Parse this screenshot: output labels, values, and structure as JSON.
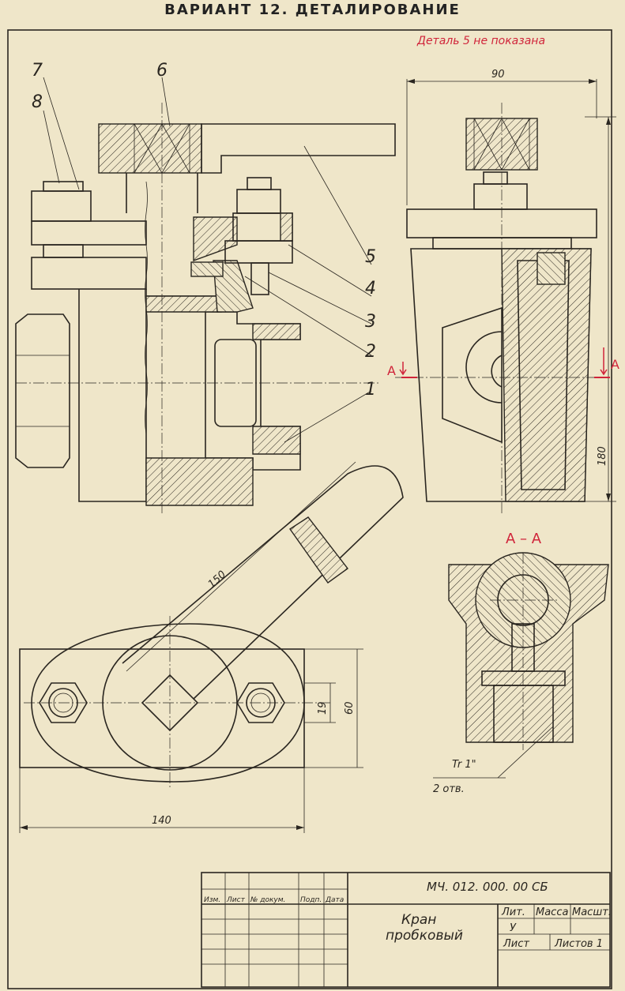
{
  "title": "ВАРИАНТ 12. ДЕТАЛИРОВАНИЕ",
  "note": "Деталь 5 не показана",
  "callouts": [
    "7",
    "8",
    "6",
    "5",
    "4",
    "3",
    "2",
    "1"
  ],
  "section_mark": "А",
  "section_title": "А – А",
  "dimensions": {
    "d90": "90",
    "d180": "180",
    "d150": "150",
    "d19": "19",
    "d60": "60",
    "d140": "140"
  },
  "thread": {
    "spec": "Tr 1\"",
    "count": "2 отв."
  },
  "title_block": {
    "designation": "МЧ. 012. 000. 00 СБ",
    "name_line1": "Кран",
    "name_line2": "пробковый",
    "headers": [
      "Изм.",
      "Лист",
      "№ докум.",
      "Подп.",
      "Дата"
    ],
    "lit_label": "Лит.",
    "mass_label": "Масса",
    "scale_label": "Масшт.",
    "lit_value": "У",
    "sheet_label": "Лист",
    "sheets_label": "Листов 1"
  },
  "colors": {
    "paper": "#efe6c9",
    "ink": "#2a2620",
    "red": "#d0243a"
  }
}
